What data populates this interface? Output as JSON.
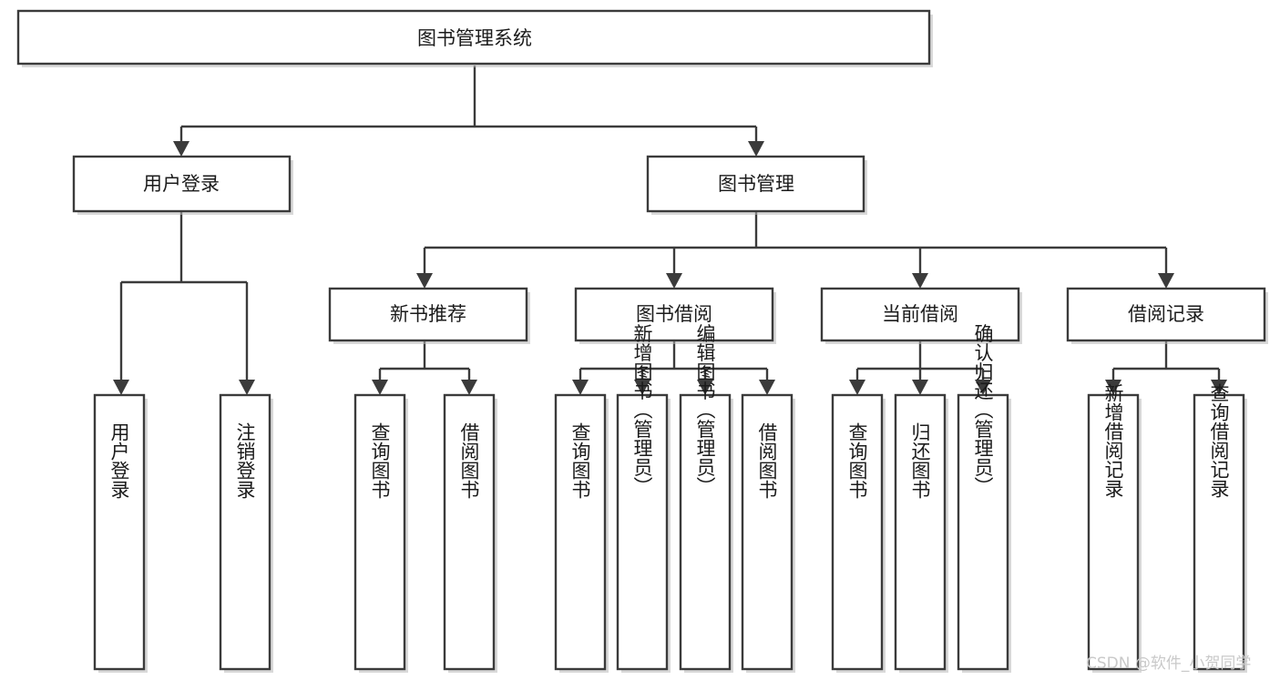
{
  "diagram": {
    "title": "图书管理系统",
    "type": "hierarchy-tree",
    "root": {
      "id": "root",
      "label": "图书管理系统"
    },
    "level1": [
      {
        "id": "user-login",
        "label": "用户登录"
      },
      {
        "id": "book-manage",
        "label": "图书管理"
      }
    ],
    "level2": [
      {
        "id": "new-book-recommend",
        "label": "新书推荐",
        "parent": "book-manage"
      },
      {
        "id": "book-borrow",
        "label": "图书借阅",
        "parent": "book-manage"
      },
      {
        "id": "current-borrow",
        "label": "当前借阅",
        "parent": "book-manage"
      },
      {
        "id": "borrow-record",
        "label": "借阅记录",
        "parent": "book-manage"
      }
    ],
    "leaves": {
      "user-login": [
        {
          "id": "leaf-user-login",
          "label": "用户登录"
        },
        {
          "id": "leaf-user-logout",
          "label": "注销登录"
        }
      ],
      "new-book-recommend": [
        {
          "id": "leaf-query-book-1",
          "label": "查询图书"
        },
        {
          "id": "leaf-borrow-book-1",
          "label": "借阅图书"
        }
      ],
      "book-borrow": [
        {
          "id": "leaf-query-book-2",
          "label": "查询图书"
        },
        {
          "id": "leaf-add-book",
          "label": "新增图书（管理员）"
        },
        {
          "id": "leaf-edit-book",
          "label": "编辑图书（管理员）"
        },
        {
          "id": "leaf-borrow-book-2",
          "label": "借阅图书"
        }
      ],
      "current-borrow": [
        {
          "id": "leaf-query-book-3",
          "label": "查询图书"
        },
        {
          "id": "leaf-return-book",
          "label": "归还图书"
        },
        {
          "id": "leaf-confirm-return",
          "label": "确认归还（管理员）"
        }
      ],
      "borrow-record": [
        {
          "id": "leaf-add-record",
          "label": "新增借阅记录"
        },
        {
          "id": "leaf-query-record",
          "label": "查询借阅记录"
        }
      ]
    }
  },
  "watermark": {
    "text": "CSDN @软件_小贺同学"
  },
  "colors": {
    "box_stroke": "#3b3b3b",
    "box_fill": "#ffffff",
    "connector": "#3b3b3b",
    "label": "#1b1b1b",
    "watermark": "#c9c9c9",
    "background": "#ffffff"
  }
}
